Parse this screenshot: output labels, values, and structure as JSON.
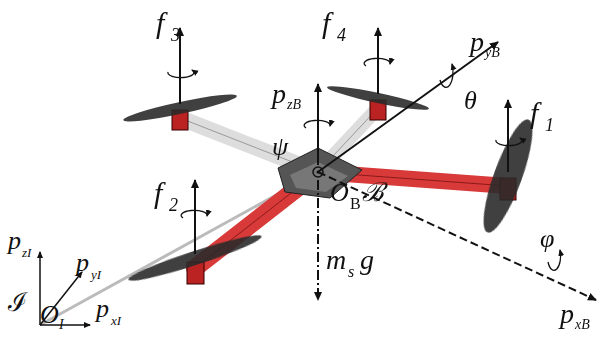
{
  "diagram": {
    "labels": [
      "f",
      "3",
      "f",
      "4",
      "p",
      "yB",
      "θ",
      "p",
      "zB",
      "ψ",
      "O",
      "B",
      "ℬ",
      "f",
      "1",
      "f",
      "2",
      "φ",
      "p",
      "xB",
      "m",
      "s",
      "g",
      "p",
      "zI",
      "p",
      "yI",
      "ℐ",
      "O",
      "I",
      "p",
      "xI"
    ]
  }
}
